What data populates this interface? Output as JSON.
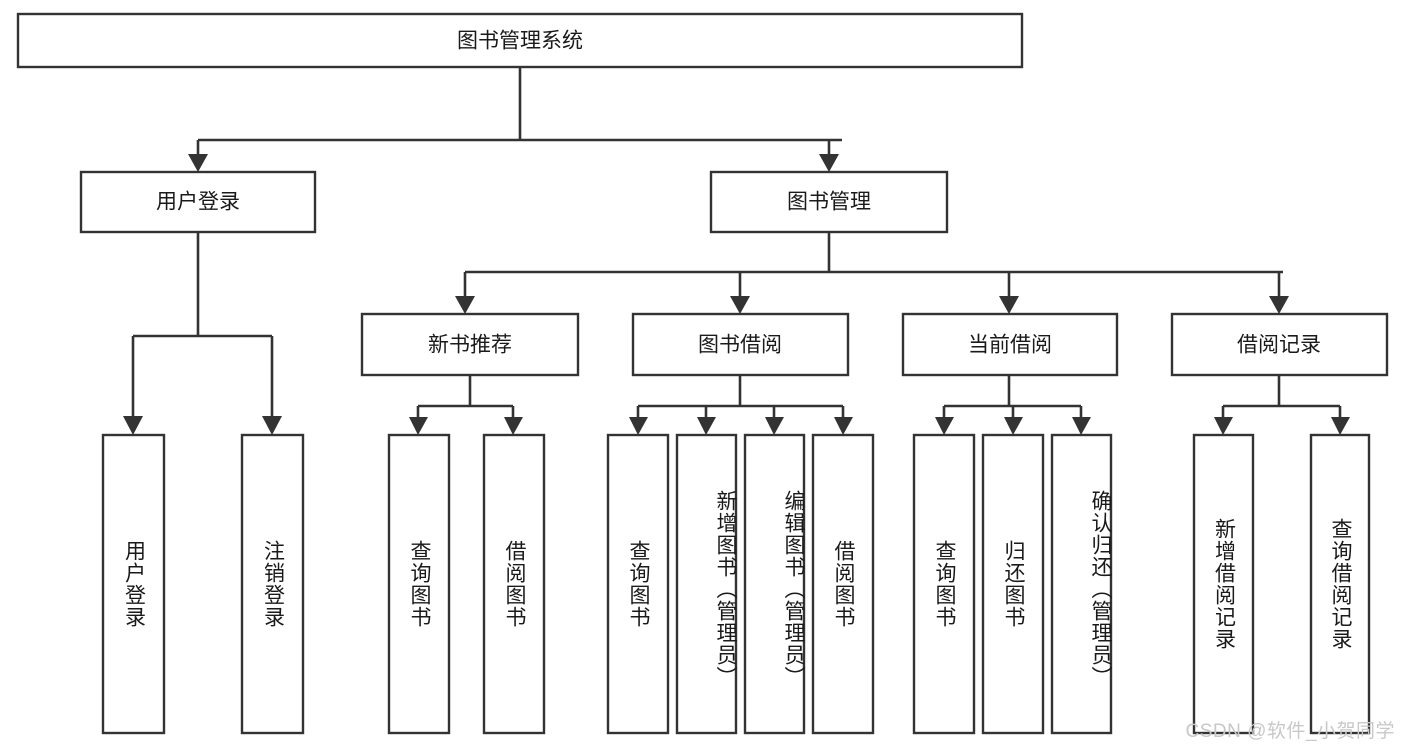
{
  "diagram": {
    "type": "tree-hierarchy-flowchart",
    "title_text": "图书管理系统",
    "background_color": "#ffffff",
    "box_stroke_color": "#333333",
    "box_fill_color": "#ffffff",
    "text_color": "#1a1a1a",
    "root": {
      "label": "图书管理系统"
    },
    "level2": [
      {
        "label": "用户登录"
      },
      {
        "label": "图书管理"
      }
    ],
    "level3": [
      {
        "label": "新书推荐"
      },
      {
        "label": "图书借阅"
      },
      {
        "label": "当前借阅"
      },
      {
        "label": "借阅记录"
      }
    ],
    "leaves": {
      "user_login": [
        {
          "label": "用户登录"
        },
        {
          "label": "注销登录"
        }
      ],
      "new_book_recommend": [
        {
          "label": "查询图书"
        },
        {
          "label": "借阅图书"
        }
      ],
      "book_borrow": [
        {
          "label": "查询图书"
        },
        {
          "label": "新增图书（管理员）"
        },
        {
          "label": "编辑图书（管理员）"
        },
        {
          "label": "借阅图书"
        }
      ],
      "current_borrow": [
        {
          "label": "查询图书"
        },
        {
          "label": "归还图书"
        },
        {
          "label": "确认归还（管理员）"
        }
      ],
      "borrow_record": [
        {
          "label": "新增借阅记录"
        },
        {
          "label": "查询借阅记录"
        }
      ]
    },
    "watermark": {
      "text": "CSDN @软件_小贺同学",
      "color": "#c8c8c8"
    }
  }
}
